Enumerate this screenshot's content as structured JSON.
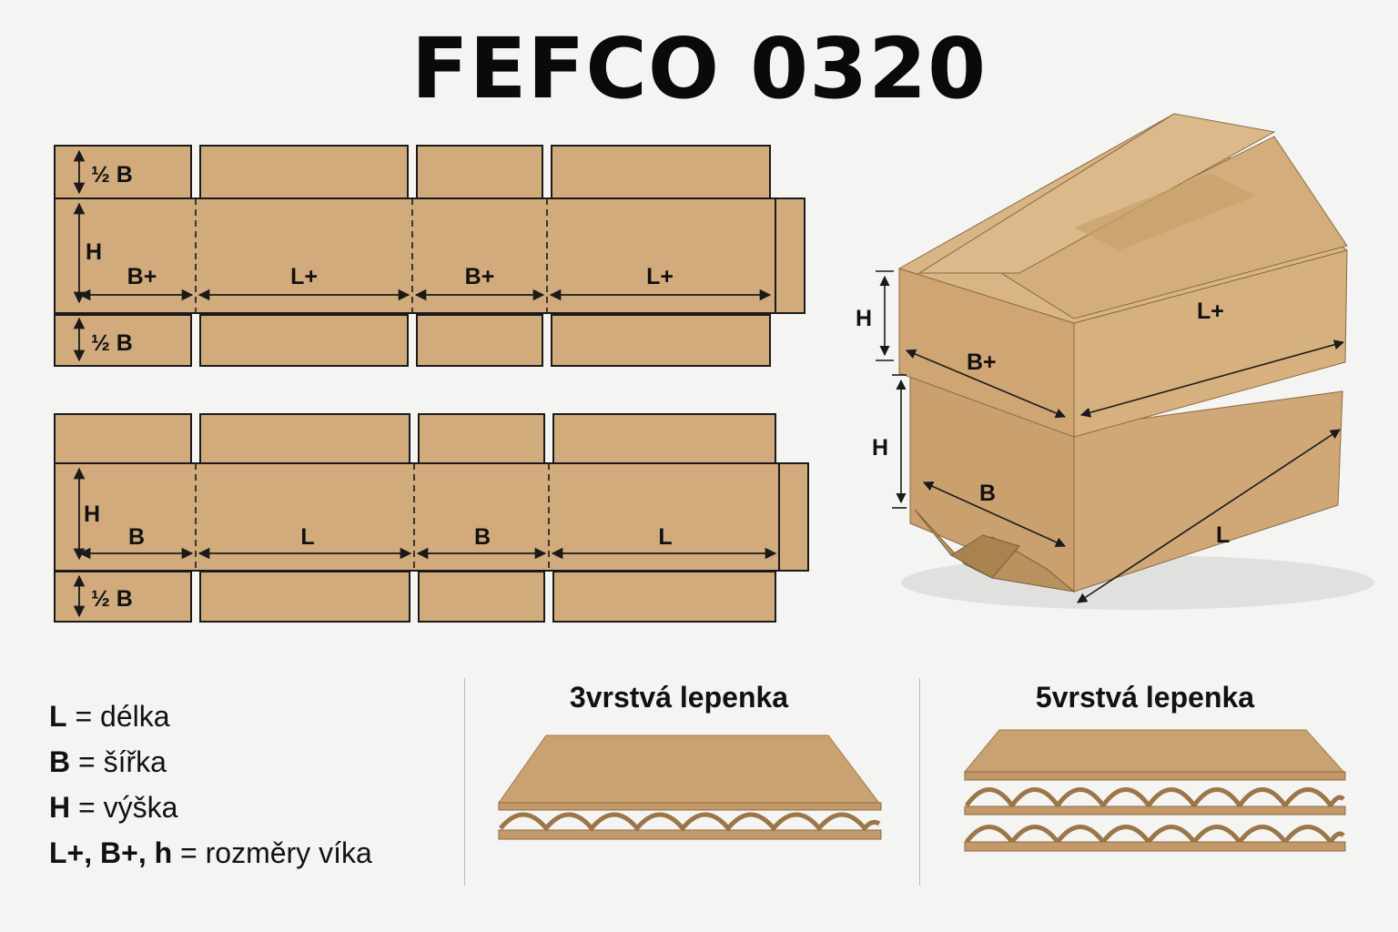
{
  "title": "FEFCO 0320",
  "colors": {
    "kraft": "#d2ab7c",
    "kraft_dark": "#b8925f",
    "kraft_light": "#ddbb8e",
    "line": "#1a1a1a"
  },
  "top_net": {
    "half_b_top": "½ B",
    "h": "H",
    "half_b_bottom": "½ B",
    "panels": [
      "B+",
      "L+",
      "B+",
      "L+"
    ]
  },
  "bottom_net": {
    "h": "H",
    "half_b_bottom": "½ B",
    "panels": [
      "B",
      "L",
      "B",
      "L"
    ]
  },
  "box3d": {
    "lid_h": "H",
    "lid_b": "B+",
    "lid_l": "L+",
    "base_h": "H",
    "base_b": "B",
    "base_l": "L"
  },
  "legend": [
    {
      "key": "L",
      "sep": " = ",
      "text": "délka"
    },
    {
      "key": "B",
      "sep": " = ",
      "text": "šířka"
    },
    {
      "key": "H",
      "sep": " = ",
      "text": "výška"
    },
    {
      "key": "L+, B+, h",
      "sep": " = ",
      "text": "rozměry víka"
    }
  ],
  "cardboard": {
    "three_layer": "3vrstvá lepenka",
    "five_layer": "5vrstvá lepenka"
  }
}
